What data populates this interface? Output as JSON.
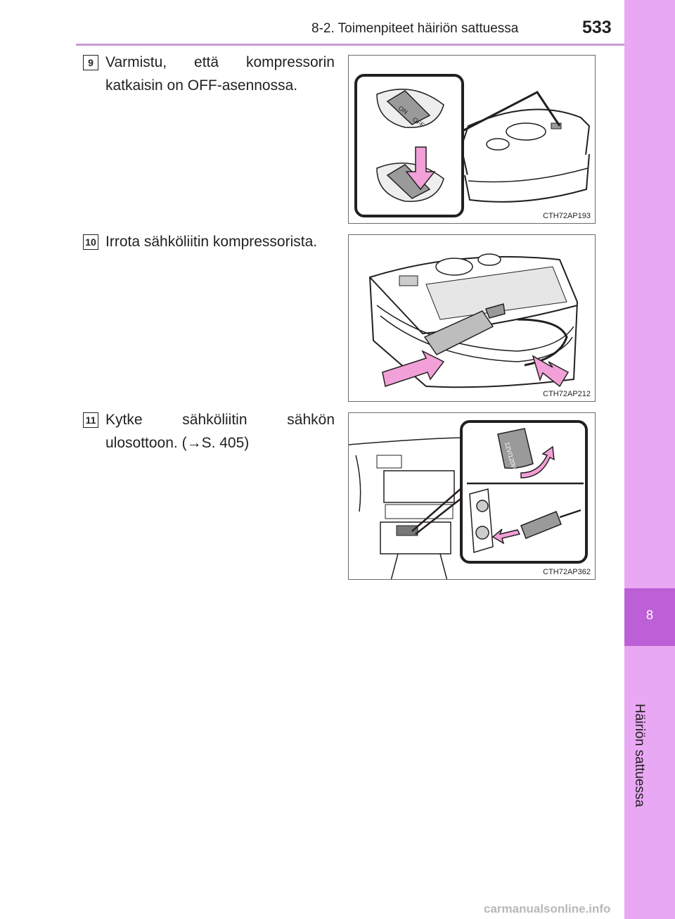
{
  "header": {
    "section_title": "8-2. Toimenpiteet häiriön sattuessa",
    "page_number": "533"
  },
  "side_tab": {
    "chapter_number": "8",
    "chapter_title": "Häiriön sattuessa"
  },
  "steps": [
    {
      "number": "9",
      "text": "Varmistu, että kompressorin katkaisin on OFF-asennossa.",
      "figure_code": "CTH72AP193",
      "figure_labels": [
        "ON",
        "OFF"
      ]
    },
    {
      "number": "10",
      "text": "Irrota sähköliitin kompressorista.",
      "figure_code": "CTH72AP212"
    },
    {
      "number": "11",
      "text_before_ref": "Kytke sähköliitin sähkön ulosottoon. (",
      "ref_arrow": "→",
      "ref_page": "S. 405",
      "text_after_ref": ")",
      "figure_code": "CTH72AP362",
      "figure_labels": [
        "12V/120W"
      ]
    }
  ],
  "footer": {
    "watermark": "carmanualsonline.info"
  },
  "colors": {
    "tab": "#e9a8f4",
    "tab_active": "#bd5fd6",
    "rule": "#c89ad8",
    "arrow_fill": "#f2a0d8"
  }
}
